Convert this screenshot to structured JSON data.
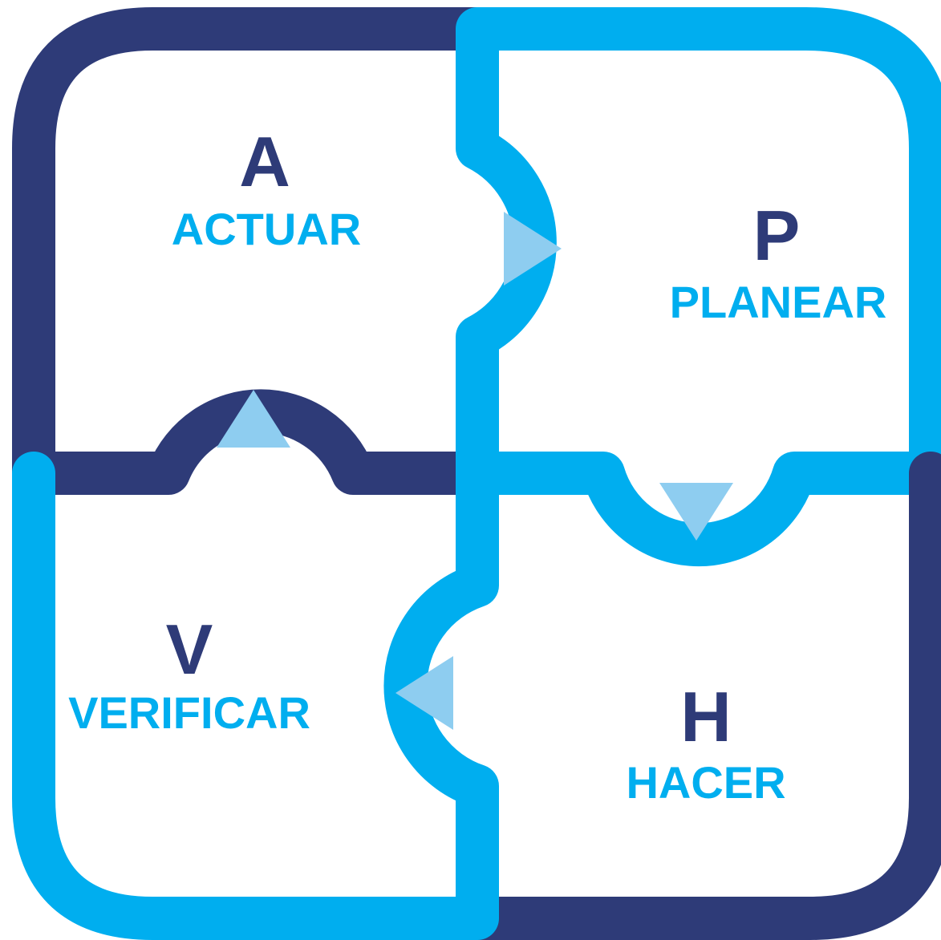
{
  "colors": {
    "dark_blue": "#2E3B78",
    "light_blue": "#00AEEF",
    "arrow_blue": "#8ECDF0",
    "background": "#FFFFFF"
  },
  "pieces": {
    "actuar": {
      "letter": "A",
      "word": "ACTUAR"
    },
    "planear": {
      "letter": "P",
      "word": "PLANEAR"
    },
    "hacer": {
      "letter": "H",
      "word": "HACER"
    },
    "verificar": {
      "letter": "V",
      "word": "VERIFICAR"
    }
  },
  "arrows": [
    {
      "name": "arrow-right-icon",
      "direction": "right"
    },
    {
      "name": "arrow-down-icon",
      "direction": "down"
    },
    {
      "name": "arrow-left-icon",
      "direction": "left"
    },
    {
      "name": "arrow-up-icon",
      "direction": "up"
    }
  ]
}
